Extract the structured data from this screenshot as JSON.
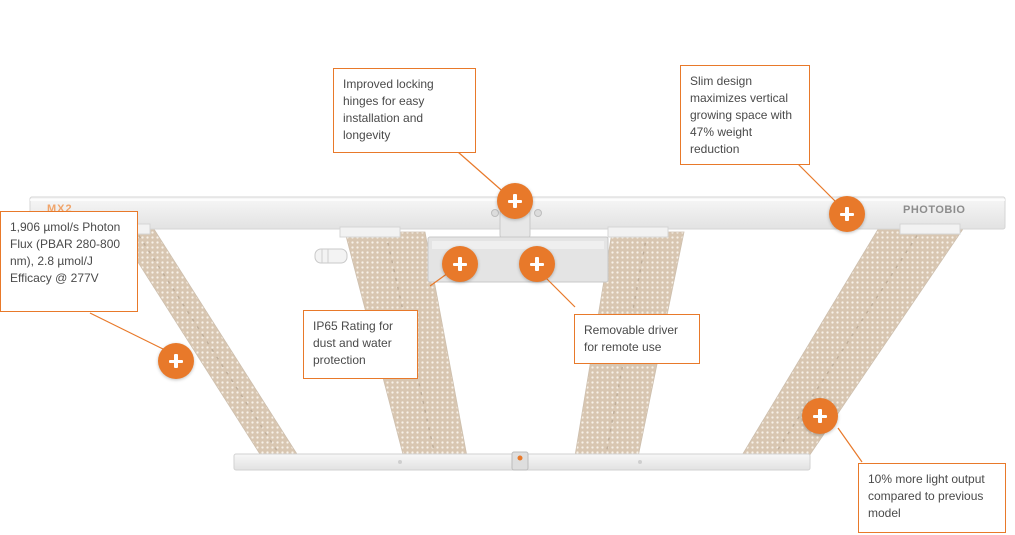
{
  "product": {
    "model_mark": "MX2",
    "brand_mark": "PHOTOBIO"
  },
  "colors": {
    "accent": "#e8792a",
    "frame": "#ededed",
    "led_board": "#d9c8b4"
  },
  "callouts": {
    "hinges": "Improved locking hinges for easy installation and longevity",
    "slim_design": "Slim design maximizes vertical growing space with 47% weight reduction",
    "photon_flux": "1,906 µmol/s Photon Flux (PBAR 280-800 nm), 2.8 µmol/J Efficacy @ 277V",
    "ip65": "IP65 Rating for dust and water protection",
    "driver": "Removable driver for remote use",
    "light_output": "10% more light output compared to previous model"
  },
  "icons": {
    "hotspot": "plus-icon"
  }
}
